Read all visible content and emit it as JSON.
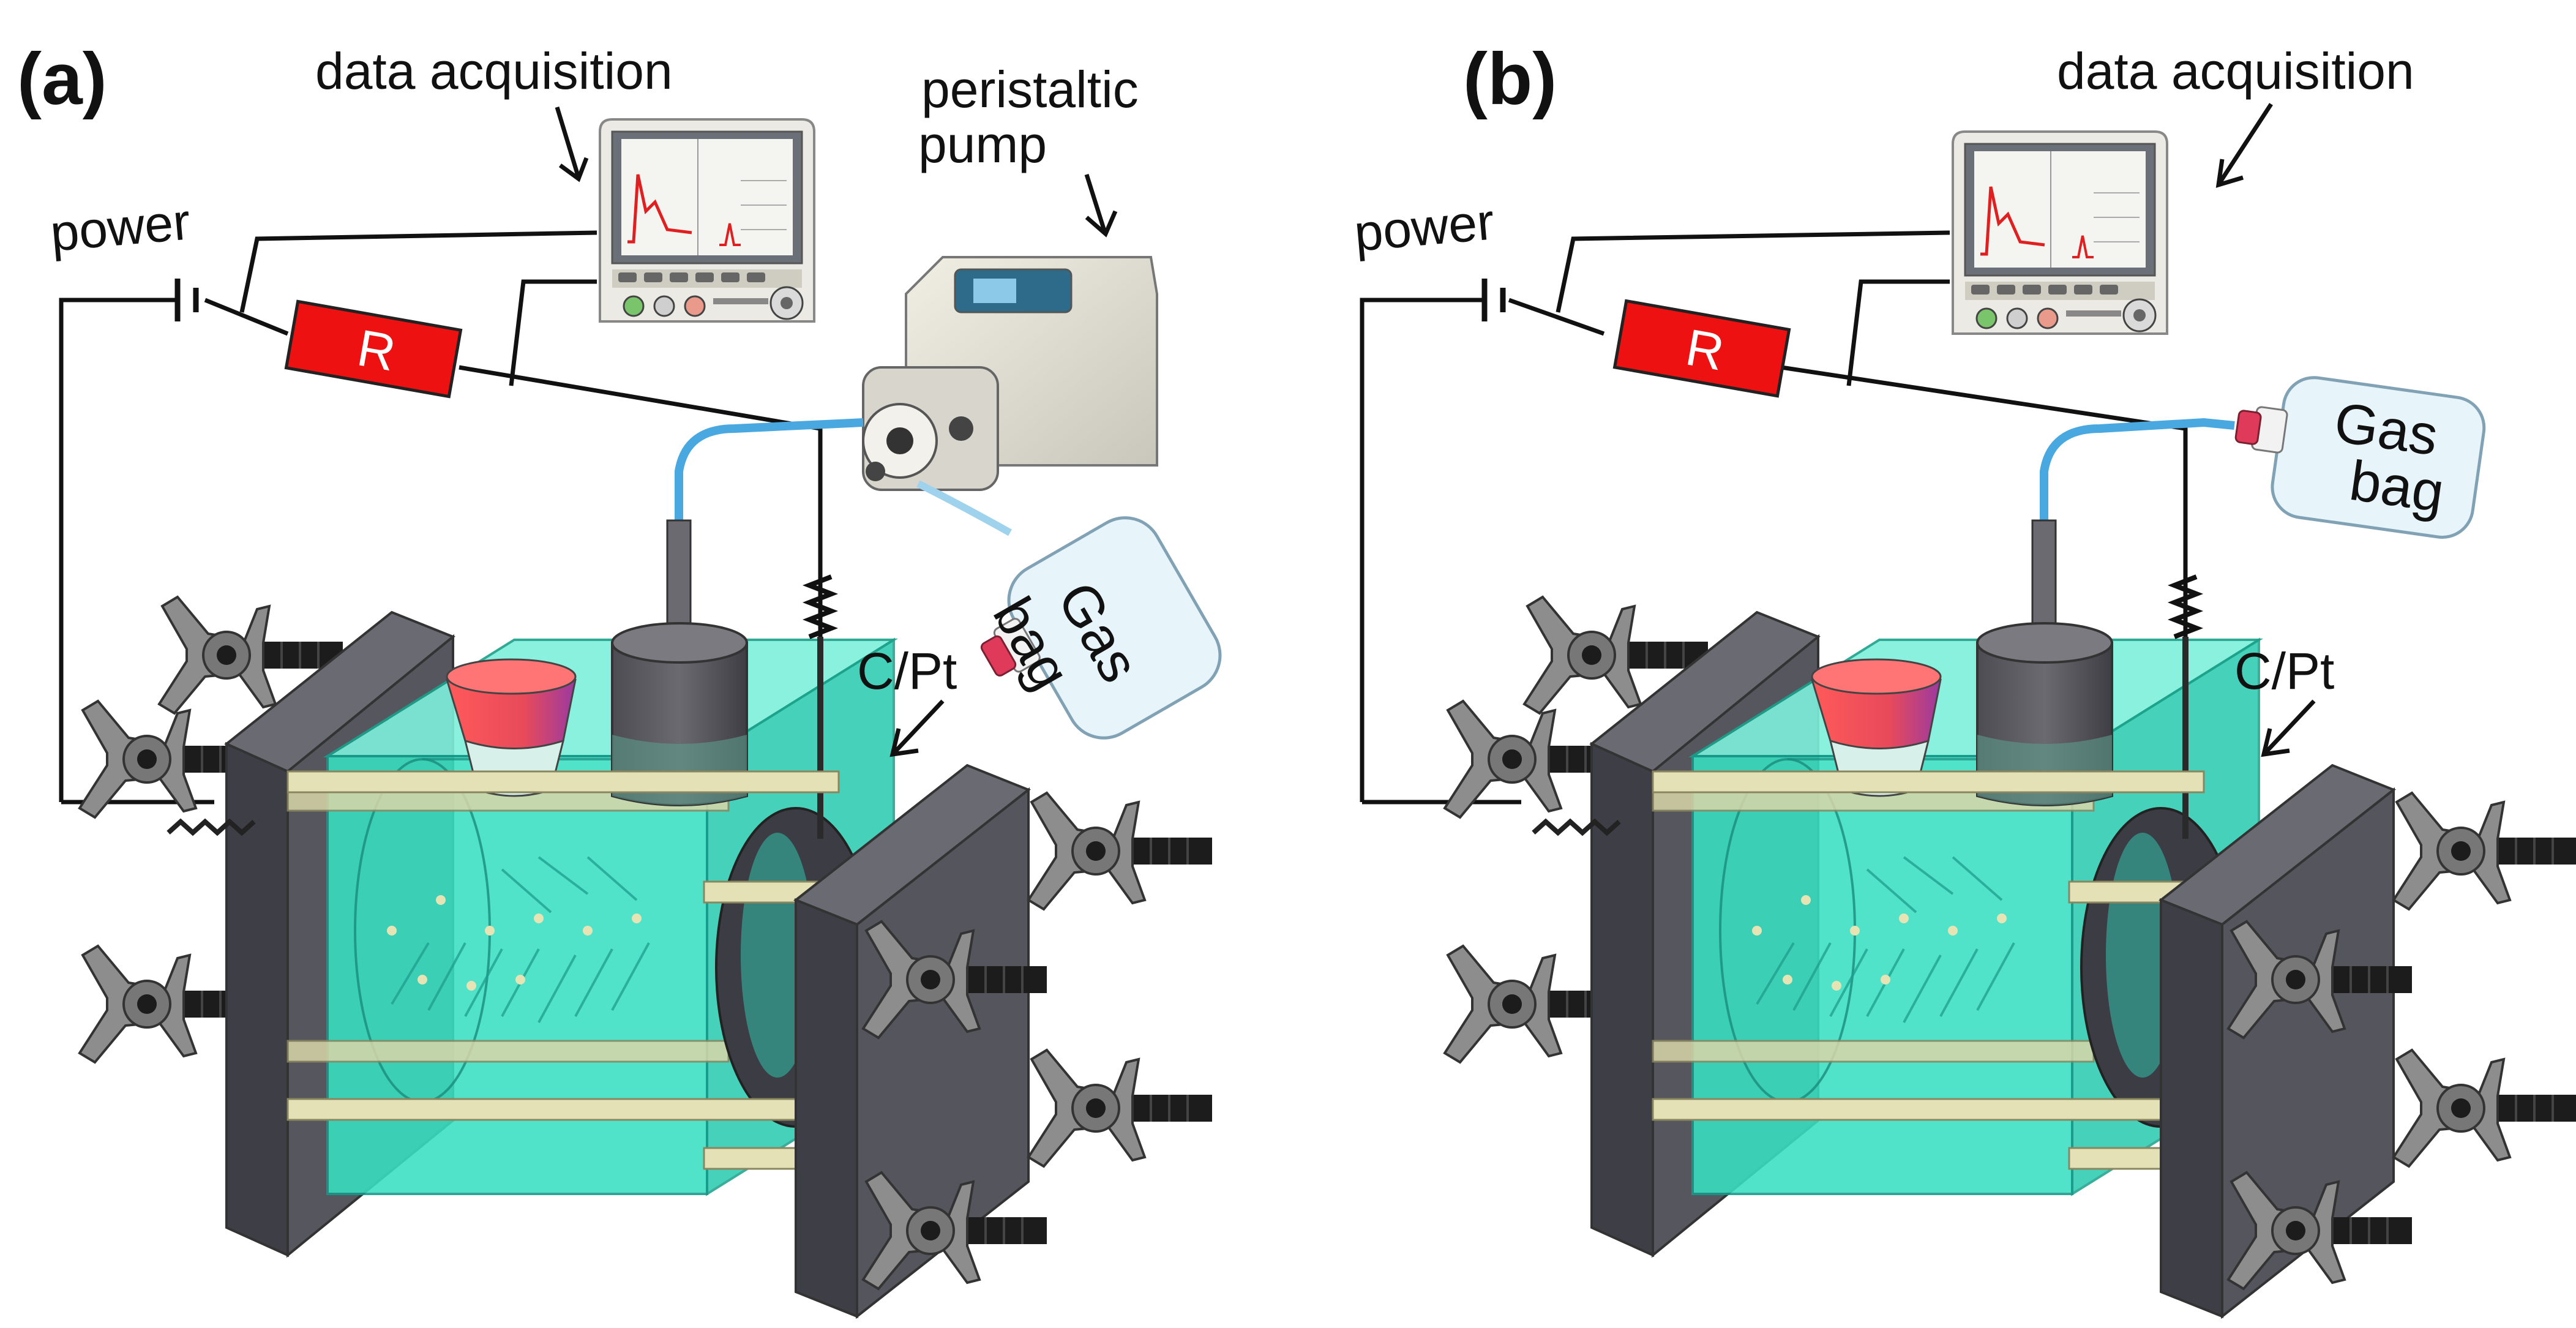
{
  "panels": [
    {
      "label": "(a)",
      "data_acquisition": "data acquisition",
      "power": "power",
      "resistor": "R",
      "pump_line1": "peristaltic",
      "pump_line2": "pump",
      "gas_line1": "Gas",
      "gas_line2": "bag",
      "electrode": "C/Pt"
    },
    {
      "label": "(b)",
      "data_acquisition": "data acquisition",
      "power": "power",
      "resistor": "R",
      "gas_line1": "Gas",
      "gas_line2": "bag",
      "electrode": "C/Pt"
    }
  ],
  "colors": {
    "reactor_body": "#2fe3c4",
    "end_plate": "#4e4e58",
    "resistor": "#ee1111",
    "rod": "#d9d6a8",
    "tubing": "#4aa8e0",
    "cap_top": "#ff5a5a",
    "cap_bottom": "#a03a9e",
    "trace": "#e02020"
  },
  "icons": [
    "wing-nut-icon",
    "threaded-bolt-icon",
    "spring-electrode-icon",
    "monitor-icon",
    "pump-icon",
    "gas-bag-icon"
  ]
}
